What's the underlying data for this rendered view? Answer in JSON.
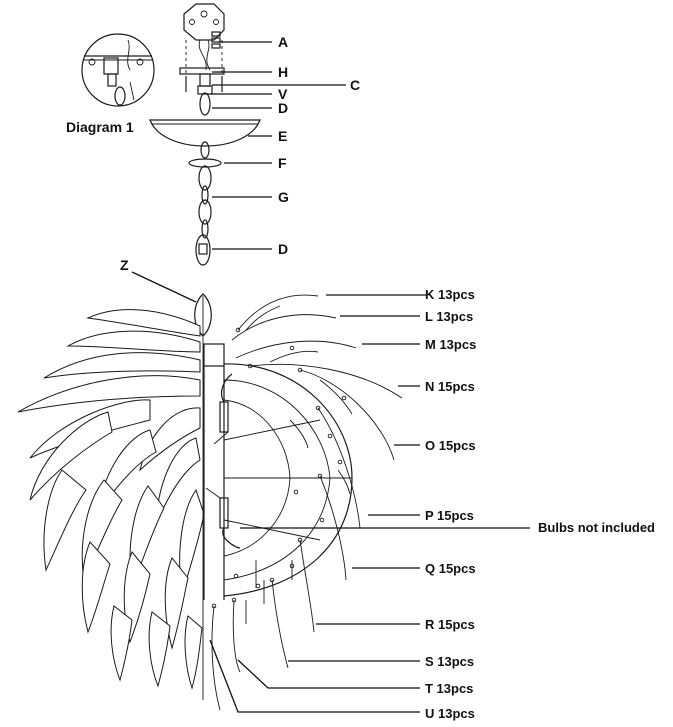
{
  "diagram_caption": "Diagram 1",
  "part_labels": {
    "A": "A",
    "H": "H",
    "C": "C",
    "V": "V",
    "D1": "D",
    "E": "E",
    "F": "F",
    "G": "G",
    "D2": "D",
    "Z": "Z"
  },
  "petal_rows": [
    {
      "id": "K",
      "text": "K 13pcs"
    },
    {
      "id": "L",
      "text": "L 13pcs"
    },
    {
      "id": "M",
      "text": "M 13pcs"
    },
    {
      "id": "N",
      "text": "N 15pcs"
    },
    {
      "id": "O",
      "text": "O 15pcs"
    },
    {
      "id": "P",
      "text": "P 15pcs"
    },
    {
      "id": "Q",
      "text": "Q 15pcs"
    },
    {
      "id": "R",
      "text": "R 15pcs"
    },
    {
      "id": "S",
      "text": "S 13pcs"
    },
    {
      "id": "T",
      "text": "T 13pcs"
    },
    {
      "id": "U",
      "text": "U 13pcs"
    }
  ],
  "bulbs_note": "Bulbs not included"
}
